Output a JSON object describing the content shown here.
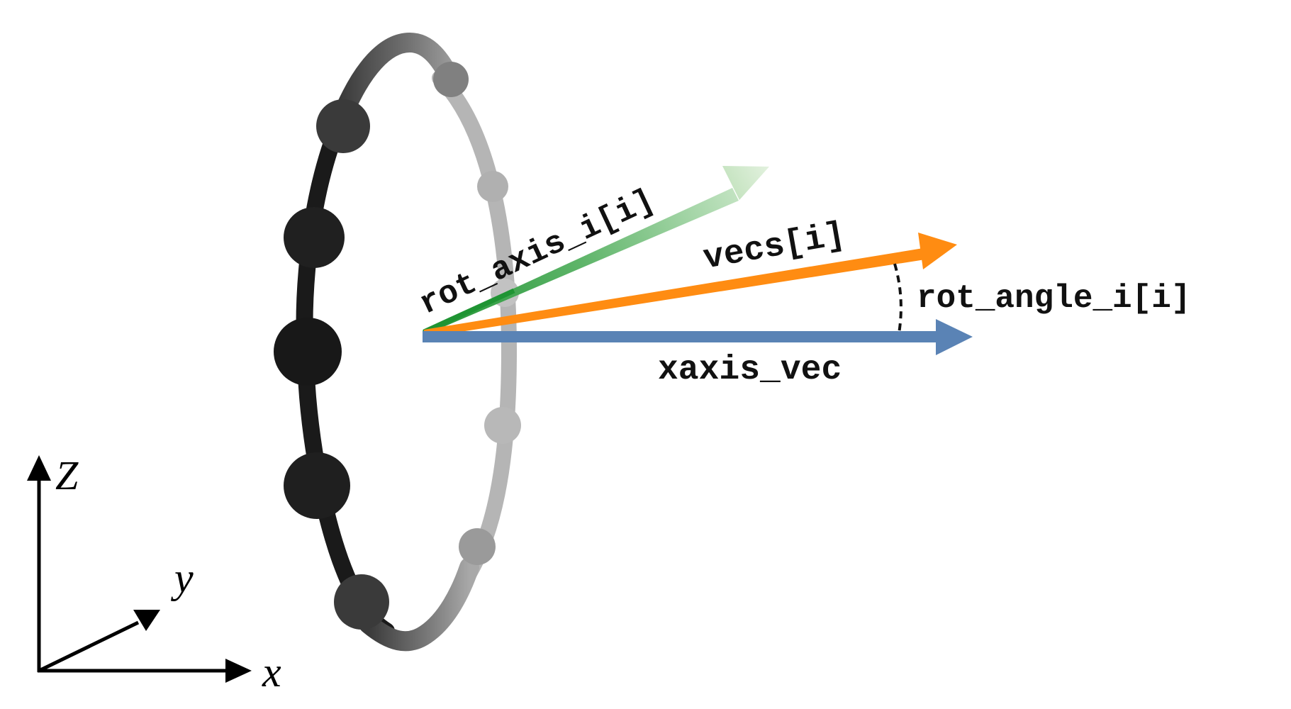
{
  "labels": {
    "rot_axis": "rot_axis_i[i]",
    "vecs": "vecs[i]",
    "rot_angle": "rot_angle_i[i]",
    "xaxis_vec": "xaxis_vec"
  },
  "axes": {
    "z": "Z",
    "y": "y",
    "x": "x"
  },
  "colors": {
    "rot_axis_arrow": "#2a9a3c",
    "vecs_arrow": "#ff8c12",
    "xaxis_vec_arrow": "#5a83b5",
    "ring_front": "#1c1c1c",
    "ring_back": "#b8b8b8"
  }
}
